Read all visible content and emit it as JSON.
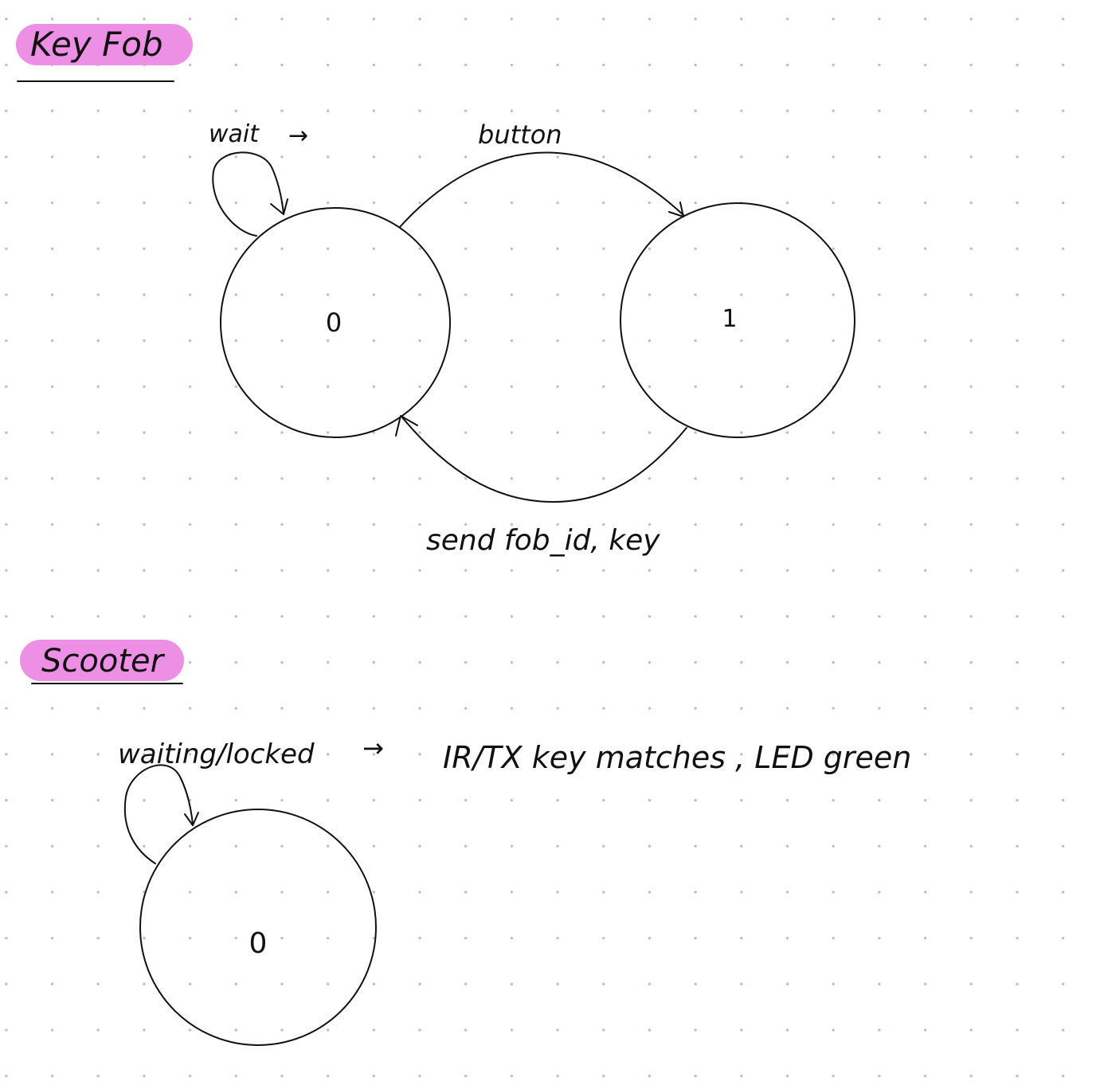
{
  "colors": {
    "ink": "#111111",
    "highlight": "#ee8fe6",
    "grid_dot": "#b9bfd3",
    "background": "#ffffff"
  },
  "sections": {
    "key_fob": {
      "title": "Key Fob",
      "states": [
        {
          "label": "0"
        },
        {
          "label": "1"
        }
      ],
      "self_loop_label": "wait",
      "arrow_glyph": "→",
      "transitions": [
        {
          "label": "button"
        },
        {
          "label": "send fob_id, key"
        }
      ]
    },
    "scooter": {
      "title": "Scooter",
      "state": {
        "label": "0"
      },
      "self_loop_label": "waiting/locked",
      "arrow_glyph": "→",
      "note": "IR/TX key matches , LED green"
    }
  }
}
